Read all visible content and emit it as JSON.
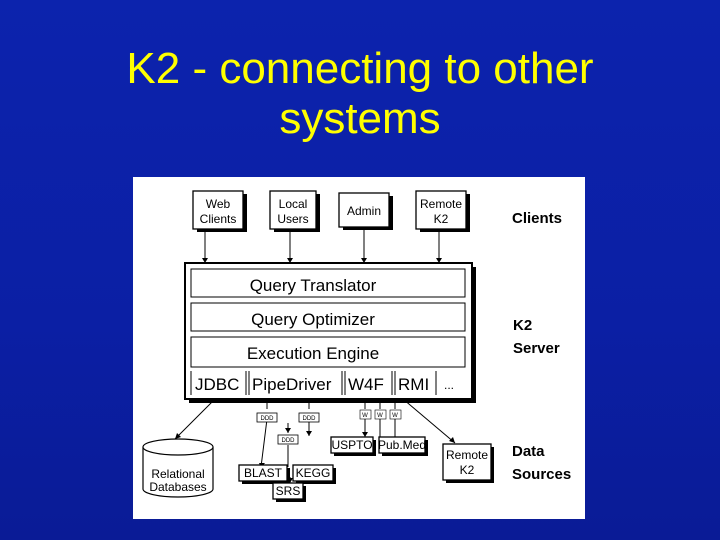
{
  "title": {
    "line1": "K2 - connecting to other",
    "line2": "systems"
  },
  "clients": {
    "web_line1": "Web",
    "web_line2": "Clients",
    "local_line1": "Local",
    "local_line2": "Users",
    "admin": "Admin",
    "remote_line1": "Remote",
    "remote_line2": "K2"
  },
  "server": {
    "query_translator": "Query Translator",
    "query_optimizer": "Query Optimizer",
    "execution_engine": "Execution Engine",
    "drivers": [
      "JDBC",
      "PipeDriver",
      "W4F",
      "RMI",
      "..."
    ]
  },
  "sections": {
    "clients": "Clients",
    "server_line1": "K2",
    "server_line2": "Server",
    "data_line1": "Data",
    "data_line2": "Sources"
  },
  "sources": {
    "ddd1": "DDD",
    "ddd2": "DDD",
    "ddd3": "DDD",
    "w1": "W",
    "w2": "W",
    "w3": "W",
    "relational_line1": "Relational",
    "relational_line2": "Databases",
    "blast": "BLAST",
    "kegg": "KEGG",
    "srs": "SRS",
    "uspto": "USPTO",
    "pubmed": "Pub.Med",
    "remote_line1": "Remote",
    "remote_line2": "K2"
  }
}
